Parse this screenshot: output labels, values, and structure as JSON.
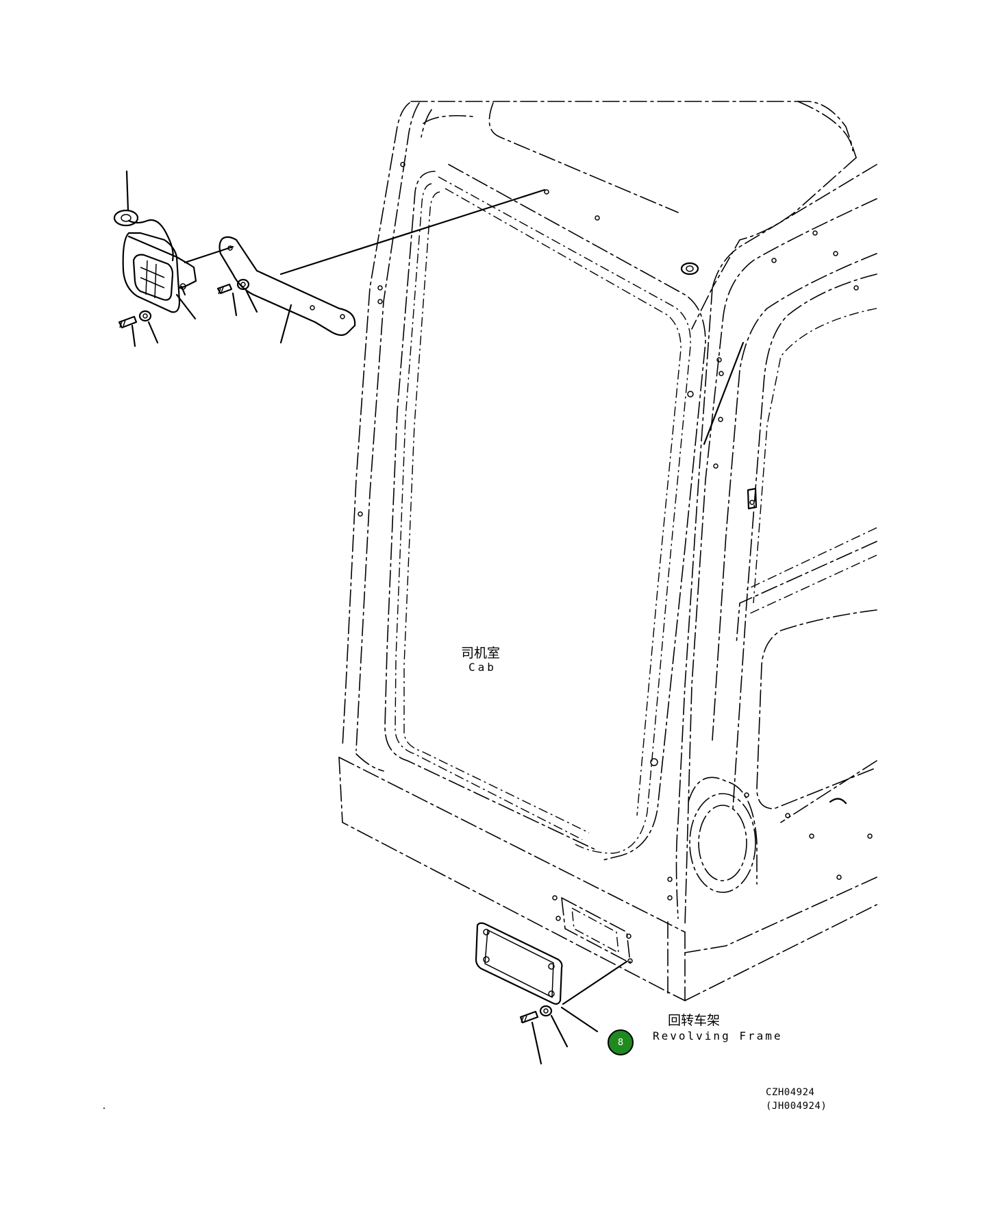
{
  "labels": {
    "cab_cn": "司机室",
    "cab_en": "Cab",
    "frame_cn": "回转车架",
    "frame_en": "Revolving Frame"
  },
  "callout": {
    "number": "8",
    "color": "#1f8a1f"
  },
  "drawing_code": {
    "primary": "CZH04924",
    "secondary": "(JH004924)"
  }
}
